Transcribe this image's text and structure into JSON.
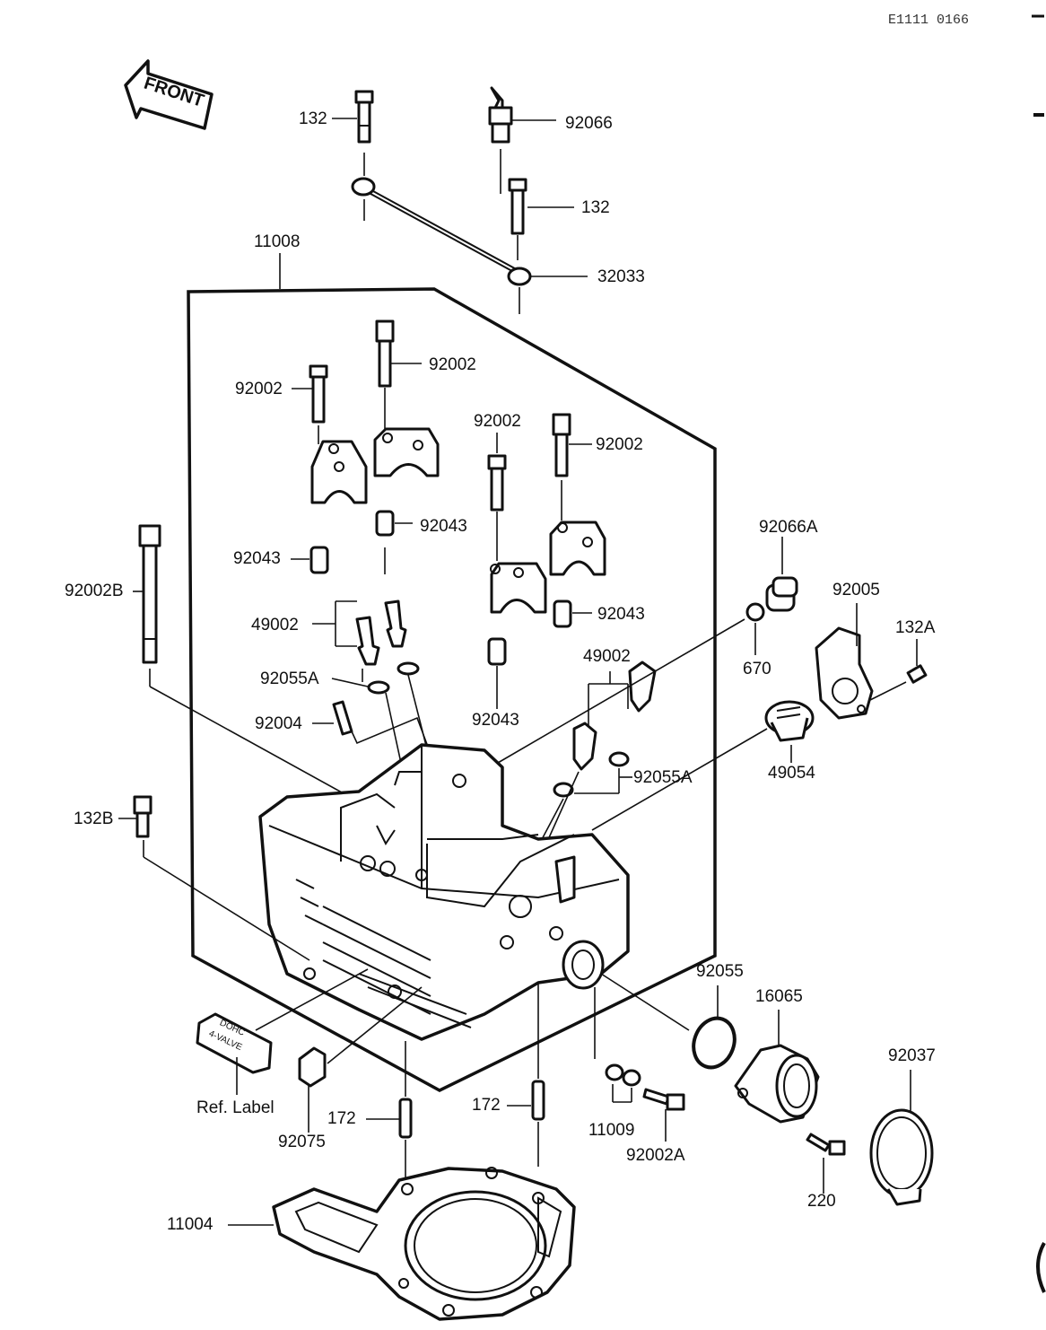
{
  "ref_id": "E1111 0166",
  "front_arrow": {
    "text": "FRONT"
  },
  "ref_label_plate": {
    "line1": "DOHC",
    "line2": "4-VALVE"
  },
  "labels": {
    "p132_top": "132",
    "p92066": "92066",
    "p132_mid": "132",
    "p32033": "32033",
    "p11008": "11008",
    "p92002_a": "92002",
    "p92002_b": "92002",
    "p92002_c": "92002",
    "p92002_d": "92002",
    "p92043_a": "92043",
    "p92043_b": "92043",
    "p92043_c": "92043",
    "p92043_d": "92043",
    "p92002B": "92002B",
    "p49002_a": "49002",
    "p49002_b": "49002",
    "p92055A_a": "92055A",
    "p92055A_b": "92055A",
    "p92004": "92004",
    "p92066A": "92066A",
    "p92005": "92005",
    "p132A": "132A",
    "p670": "670",
    "p49054": "49054",
    "p132B": "132B",
    "p92055": "92055",
    "p16065": "16065",
    "p92037": "92037",
    "p11009": "11009",
    "p92002A": "92002A",
    "p220": "220",
    "p172_a": "172",
    "p172_b": "172",
    "p92075": "92075",
    "p11004": "11004",
    "ref_label": "Ref. Label"
  },
  "icons": {
    "front_arrow": "front-arrow-icon",
    "bolt": "bolt-icon",
    "cylinder_head": "cylinder-head-icon",
    "gasket": "head-gasket-icon"
  }
}
